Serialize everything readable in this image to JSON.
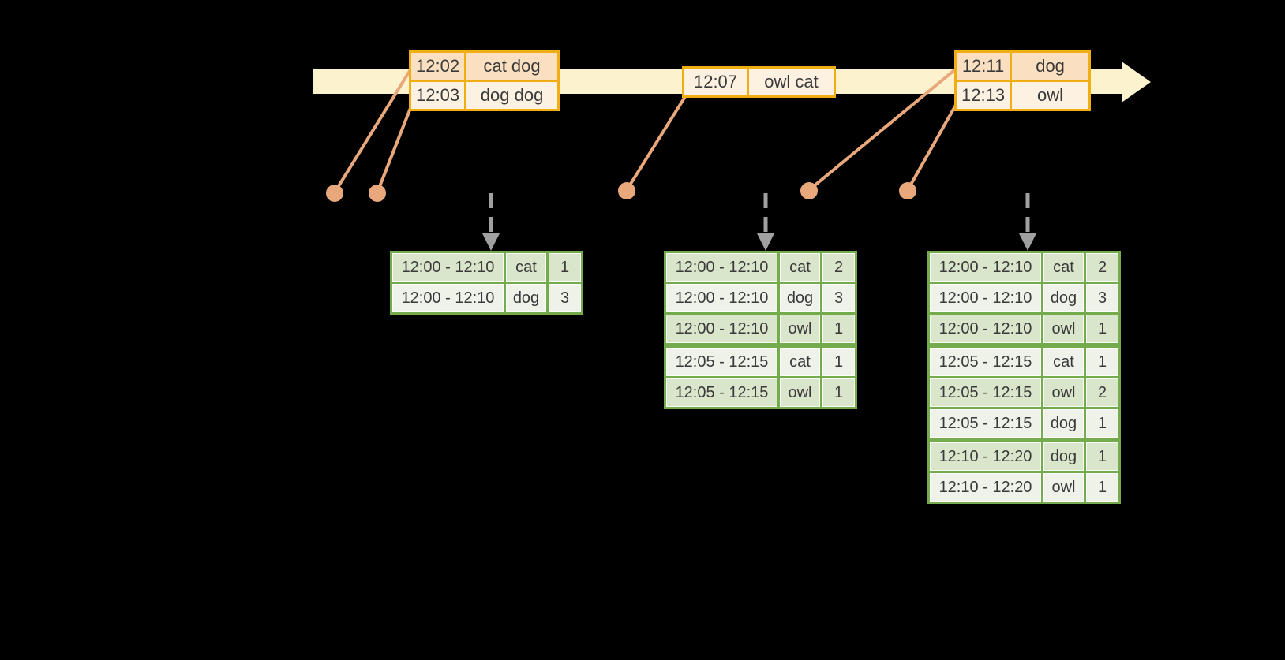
{
  "colors": {
    "background": "#000000",
    "timeline_band": "#FCF2CE",
    "event_table_border": "#F0AE12",
    "event_row_peach": "#FAE0C0",
    "event_row_cream": "#FDF2E2",
    "connector": "#E9A87C",
    "trigger_arrow": "#A0A0A0",
    "result_table_border": "#74AB4C",
    "result_row_dark": "#DAE6CB",
    "result_row_light": "#EEF2E8",
    "text": "#3A3A3A"
  },
  "timeline": {
    "event_tables": [
      {
        "rows": [
          {
            "time": "12:02",
            "words": "cat dog"
          },
          {
            "time": "12:03",
            "words": "dog dog"
          }
        ]
      },
      {
        "rows": [
          {
            "time": "12:07",
            "words": "owl cat"
          }
        ]
      },
      {
        "rows": [
          {
            "time": "12:11",
            "words": "dog"
          },
          {
            "time": "12:13",
            "words": "owl"
          }
        ]
      }
    ]
  },
  "result_tables": [
    {
      "rows": [
        {
          "window": "12:00 - 12:10",
          "word": "cat",
          "count": "1"
        },
        {
          "window": "12:00 - 12:10",
          "word": "dog",
          "count": "3"
        }
      ]
    },
    {
      "rows": [
        {
          "window": "12:00 - 12:10",
          "word": "cat",
          "count": "2"
        },
        {
          "window": "12:00 - 12:10",
          "word": "dog",
          "count": "3"
        },
        {
          "window": "12:00 - 12:10",
          "word": "owl",
          "count": "1"
        },
        {
          "window": "12:05 - 12:15",
          "word": "cat",
          "count": "1"
        },
        {
          "window": "12:05 - 12:15",
          "word": "owl",
          "count": "1"
        }
      ]
    },
    {
      "rows": [
        {
          "window": "12:00 - 12:10",
          "word": "cat",
          "count": "2"
        },
        {
          "window": "12:00 - 12:10",
          "word": "dog",
          "count": "3"
        },
        {
          "window": "12:00 - 12:10",
          "word": "owl",
          "count": "1"
        },
        {
          "window": "12:05 - 12:15",
          "word": "cat",
          "count": "1"
        },
        {
          "window": "12:05 - 12:15",
          "word": "owl",
          "count": "2"
        },
        {
          "window": "12:05 - 12:15",
          "word": "dog",
          "count": "1"
        },
        {
          "window": "12:10 - 12:20",
          "word": "dog",
          "count": "1"
        },
        {
          "window": "12:10 - 12:20",
          "word": "owl",
          "count": "1"
        }
      ]
    }
  ]
}
